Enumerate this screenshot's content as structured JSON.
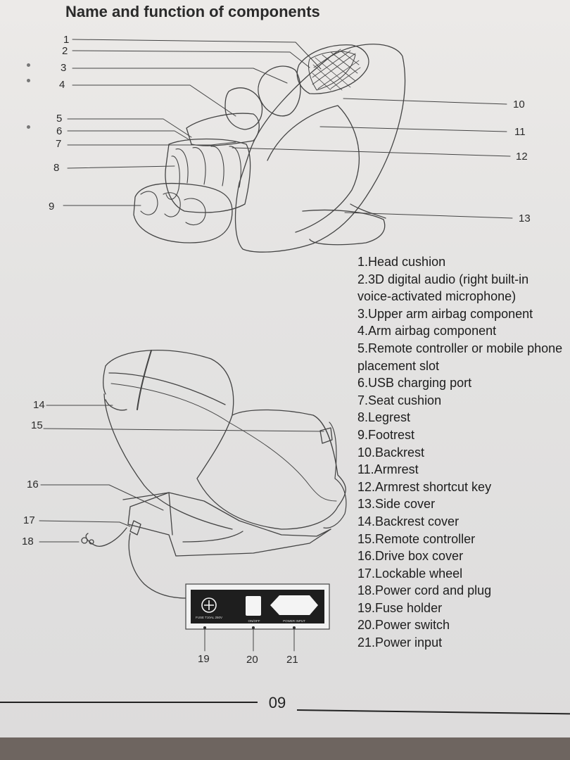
{
  "page_title": "Name and function of components",
  "callouts": [
    "1",
    "2",
    "3",
    "4",
    "5",
    "6",
    "7",
    "8",
    "9",
    "10",
    "11",
    "12",
    "13",
    "14",
    "15",
    "16",
    "17",
    "18",
    "19",
    "20",
    "21"
  ],
  "components": [
    "1.Head cushion",
    "2.3D digital audio (right built-in voice-activated microphone)",
    "3.Upper arm airbag component",
    "4.Arm airbag component",
    "5.Remote controller or mobile phone placement slot",
    "6.USB charging port",
    "7.Seat cushion",
    "8.Legrest",
    "9.Footrest",
    "10.Backrest",
    "11.Armrest",
    "12.Armrest shortcut key",
    "13.Side cover",
    "14.Backrest cover",
    "15.Remote controller",
    "16.Drive box cover",
    "17.Lockable wheel",
    "18.Power cord and plug",
    "19.Fuse holder",
    "20.Power switch",
    "21.Power input"
  ],
  "panel_labels": {
    "fuse": "FUSE T10AL 250V",
    "switch": "ON/OFF",
    "power": "POWER INPUT"
  },
  "page_number": "09"
}
